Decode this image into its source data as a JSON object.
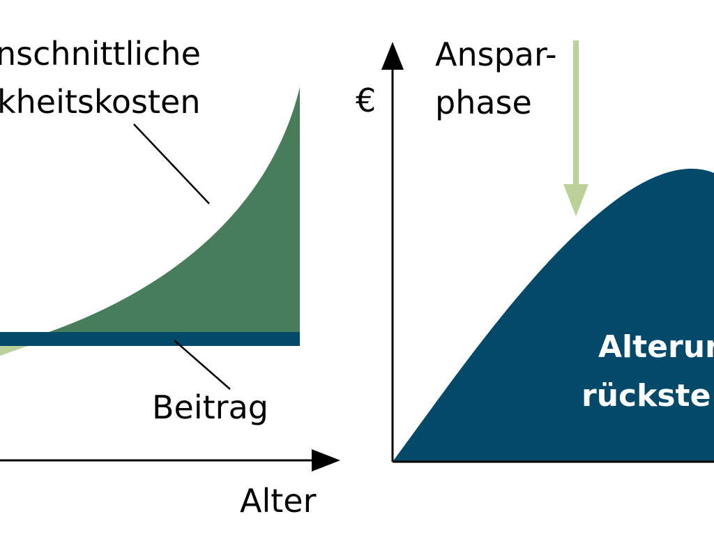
{
  "left_panel": {
    "curve_label_line1": "nschnittliche",
    "curve_label_line2": "kheitskosten",
    "contribution_label": "Beitrag",
    "x_axis_label": "Alter"
  },
  "right_panel": {
    "y_axis_label": "€",
    "arrow_label_line1": "Anspar-",
    "arrow_label_line2": "phase",
    "area_label_line1": "Alterur",
    "area_label_line2": "rückste"
  },
  "colors": {
    "cost_area": "#487d5c",
    "contribution_bar": "#03496a",
    "reserve_area": "#03496a",
    "arrow": "#bcd09a",
    "left_light_wedge": "#bcd09a",
    "axis": "#000000"
  }
}
